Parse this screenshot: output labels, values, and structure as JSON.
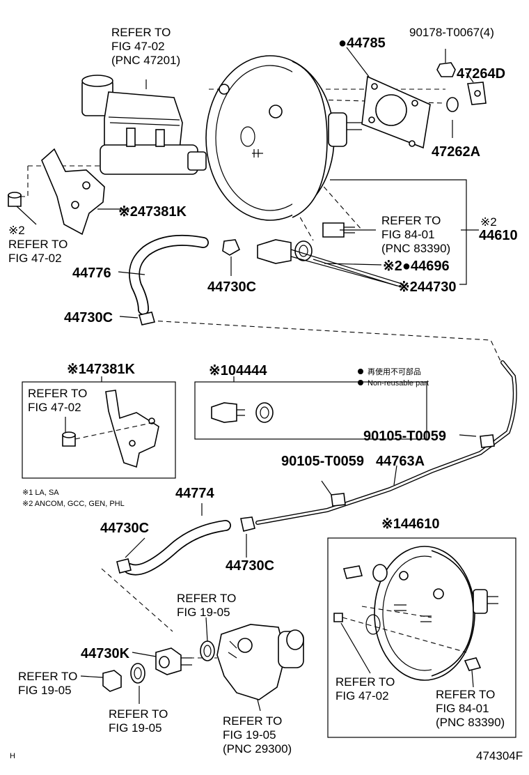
{
  "refs": {
    "mc_refer": [
      "REFER TO",
      "FIG 47-02",
      "(PNC 47201)"
    ],
    "left_refer": [
      "※2",
      "REFER TO",
      "FIG 47-02"
    ],
    "sensor_refer": [
      "REFER TO",
      "FIG 84-01",
      "(PNC 83390)"
    ],
    "inset_refer": [
      "REFER TO",
      "FIG 47-02"
    ],
    "pump_refer_a": [
      "REFER TO",
      "FIG 19-05"
    ],
    "pump_refer_b": [
      "REFER TO",
      "FIG 19-05"
    ],
    "pump_refer_c": [
      "REFER TO",
      "FIG 19-05"
    ],
    "pump_refer_d": [
      "REFER TO",
      "FIG 19-05",
      "(PNC 29300)"
    ],
    "booster_refer_a": [
      "REFER TO",
      "FIG 47-02"
    ],
    "booster_refer_b": [
      "REFER TO",
      "FIG 84-01",
      "(PNC 83390)"
    ]
  },
  "parts": {
    "p44785": "●44785",
    "p90178": "90178-T0067(4)",
    "p47264d": "47264D",
    "p47262a": "47262A",
    "p47381k": "※247381K",
    "p44610": "44610",
    "p44610_mark": "※2",
    "p44696": "※2●44696",
    "p44730": "※244730",
    "p44776": "44776",
    "p44730c_top": "44730C",
    "p44730c_left": "44730C",
    "p47381k_inset": "※147381K",
    "p04444": "※104444",
    "p90105_a": "90105-T0059",
    "p90105_b": "90105-T0059",
    "p44763a": "44763A",
    "p44774": "44774",
    "p44730c_b1": "44730C",
    "p44730c_b2": "44730C",
    "p44610_inset": "※144610",
    "p44730k": "44730K"
  },
  "legend": {
    "jp": "再使用不可部品",
    "en": "Non-reusable part",
    "note1": "※1 LA, SA",
    "note2": "※2 ANCOM, GCC, GEN, PHL"
  },
  "footer": {
    "left_mark": "H",
    "code": "474304F"
  }
}
